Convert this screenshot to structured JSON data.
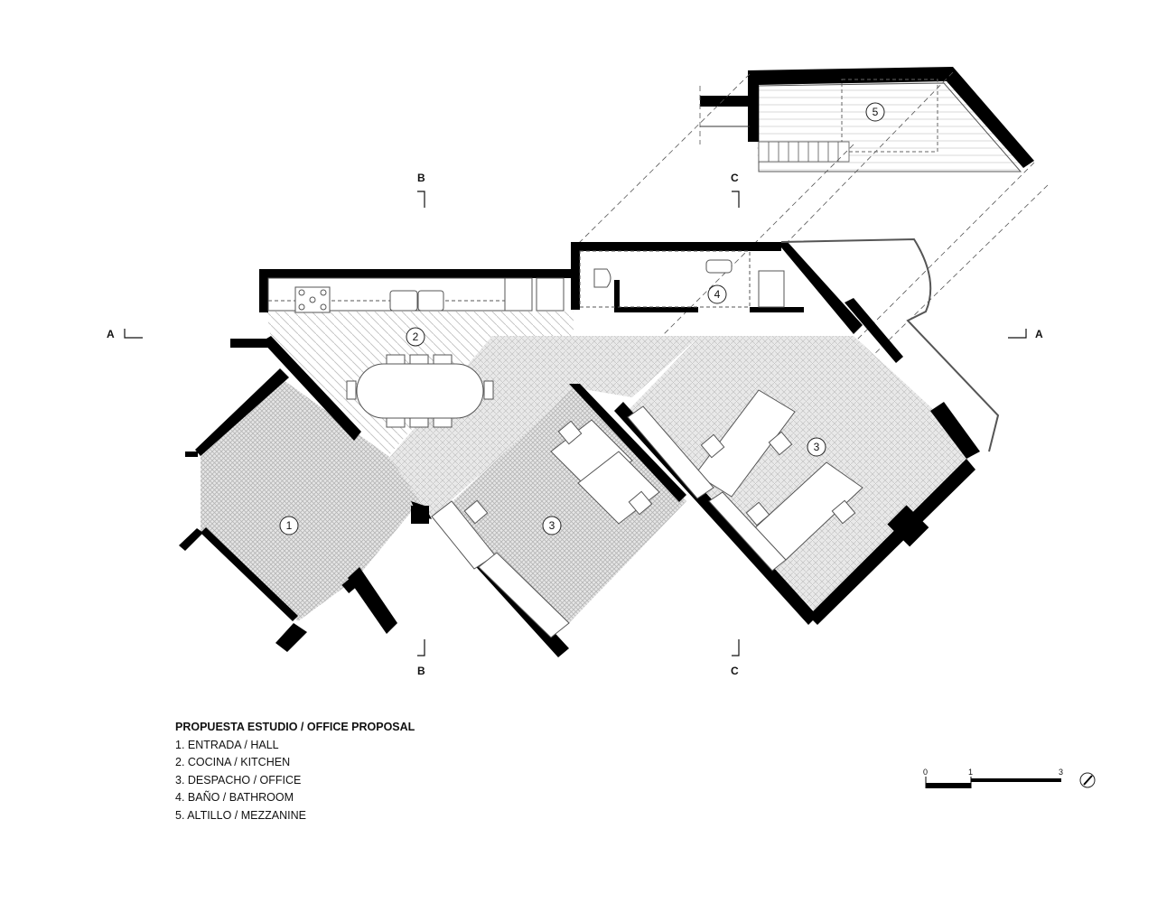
{
  "title": "PROPUESTA ESTUDIO / OFFICE PROPOSAL",
  "legend": {
    "title": "PROPUESTA ESTUDIO / OFFICE PROPOSAL",
    "items": [
      "1.  ENTRADA / HALL",
      "2. COCINA / KITCHEN",
      "3. DESPACHO / OFFICE",
      "4. BAÑO / BATHROOM",
      "5. ALTILLO / MEZZANINE"
    ]
  },
  "rooms": [
    {
      "number": "1",
      "name": "ENTRADA / HALL"
    },
    {
      "number": "2",
      "name": "COCINA / KITCHEN"
    },
    {
      "number": "3",
      "name": "DESPACHO / OFFICE"
    },
    {
      "number": "3",
      "name": "DESPACHO / OFFICE"
    },
    {
      "number": "4",
      "name": "BAÑO / BATHROOM"
    },
    {
      "number": "5",
      "name": "ALTILLO / MEZZANINE"
    }
  ],
  "section_markers": {
    "a_left": "A",
    "a_right": "A",
    "b_top": "B",
    "b_bottom": "B",
    "c_top": "C",
    "c_bottom": "C"
  },
  "scale_bar": {
    "ticks": [
      "0",
      "1",
      "3"
    ],
    "icon": "north-arrow-icon"
  },
  "colors": {
    "wall": "#000000",
    "line": "#333333",
    "floor_hatch": "#bdbdbd",
    "background": "#ffffff"
  }
}
